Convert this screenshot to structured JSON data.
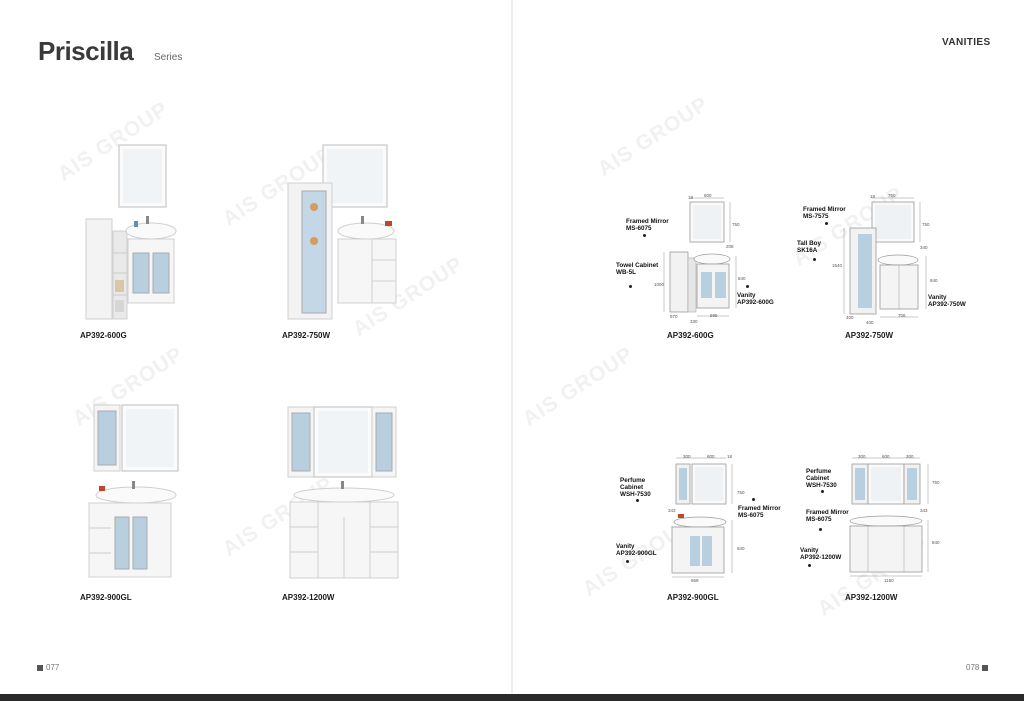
{
  "header": {
    "title": "Priscilla",
    "series": "Series",
    "category": "VANITIES"
  },
  "footer": {
    "left_page": "077",
    "right_page": "078"
  },
  "watermark": "AIS GROUP",
  "products": [
    {
      "code": "AP392-600G"
    },
    {
      "code": "AP392-750W"
    },
    {
      "code": "AP392-900GL"
    },
    {
      "code": "AP392-1200W"
    }
  ],
  "diagrams": [
    {
      "code": "AP392-600G",
      "labels": [
        {
          "name": "Framed Mirror",
          "model": "MS-6075"
        },
        {
          "name": "Towel Cabinet",
          "model": "WB-5L"
        },
        {
          "name": "Vanity",
          "model": "AP392-600G"
        }
      ],
      "dims": [
        "18",
        "600",
        "750",
        "208",
        "840",
        "1000",
        "970",
        "330",
        "595"
      ]
    },
    {
      "code": "AP392-750W",
      "labels": [
        {
          "name": "Framed Mirror",
          "model": "MS-7575"
        },
        {
          "name": "Tall Boy",
          "model": "SK16A"
        },
        {
          "name": "Vanity",
          "model": "AP392-750W"
        }
      ],
      "dims": [
        "18",
        "750",
        "750",
        "340",
        "1540",
        "840",
        "400",
        "400",
        "706"
      ]
    },
    {
      "code": "AP392-900GL",
      "labels": [
        {
          "name": "Perfume",
          "name2": "Cabinet",
          "model": "WSH-7530"
        },
        {
          "name": "Framed Mirror",
          "model": "MS-6075"
        },
        {
          "name": "Vanity",
          "model": "AP392-900GL"
        }
      ],
      "dims": [
        "300",
        "600",
        "18",
        "750",
        "343",
        "840",
        "868"
      ]
    },
    {
      "code": "AP392-1200W",
      "labels": [
        {
          "name": "Perfume",
          "name2": "Cabinet",
          "model": "WSH-7530"
        },
        {
          "name": "Framed Mirror",
          "model": "MS-6075"
        },
        {
          "name": "Vanity",
          "model": "AP392-1200W"
        }
      ],
      "dims": [
        "300",
        "600",
        "300",
        "750",
        "343",
        "840",
        "1160"
      ]
    }
  ]
}
